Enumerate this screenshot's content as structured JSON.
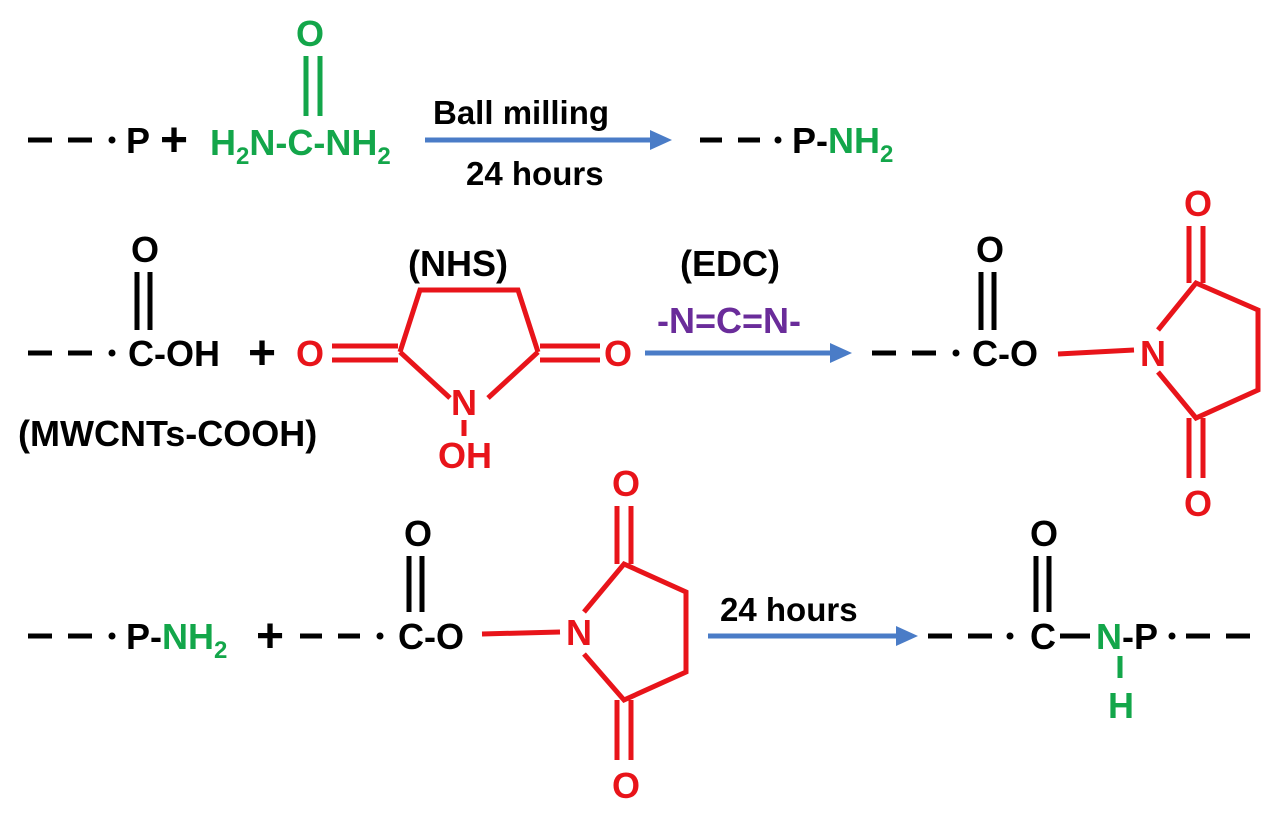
{
  "colors": {
    "black": "#000000",
    "green": "#13a64a",
    "red": "#e8141a",
    "purple": "#6a2c9a",
    "arrow": "#4a7cc7"
  },
  "row1": {
    "reactant_p": "P",
    "plus": "+",
    "urea_o": "O",
    "urea_h2n_h": "H",
    "urea_h2n_2": "2",
    "urea_core": "N-C-NH",
    "urea_tail_2": "2",
    "arrow_top": "Ball milling",
    "arrow_bottom": "24 hours",
    "product_p": "P-",
    "product_nh": "NH",
    "product_2": "2"
  },
  "row2": {
    "cooh_o": "O",
    "cooh_text": "C-OH",
    "cooh_label": "(MWCNTs-COOH)",
    "plus": "+",
    "nhs_label": "(NHS)",
    "nhs_o_left": "O",
    "nhs_o_right": "O",
    "nhs_n": "N",
    "nhs_oh": "OH",
    "edc_label": "(EDC)",
    "edc_formula": "-N=C=N-",
    "ester_o_top": "O",
    "ester_text": "C-O",
    "ring_n": "N",
    "ring_o_top": "O",
    "ring_o_bottom": "O"
  },
  "row3": {
    "amine_p": "P-",
    "amine_nh": "NH",
    "amine_2": "2",
    "plus": "+",
    "ester_o_top": "O",
    "ester_text": "C-O",
    "ring_n": "N",
    "ring_o_top": "O",
    "ring_o_bottom": "O",
    "arrow_top": "24 hours",
    "amide_o": "O",
    "amide_c": "C",
    "amide_n": "N",
    "amide_p": "-P",
    "amide_h": "H"
  }
}
